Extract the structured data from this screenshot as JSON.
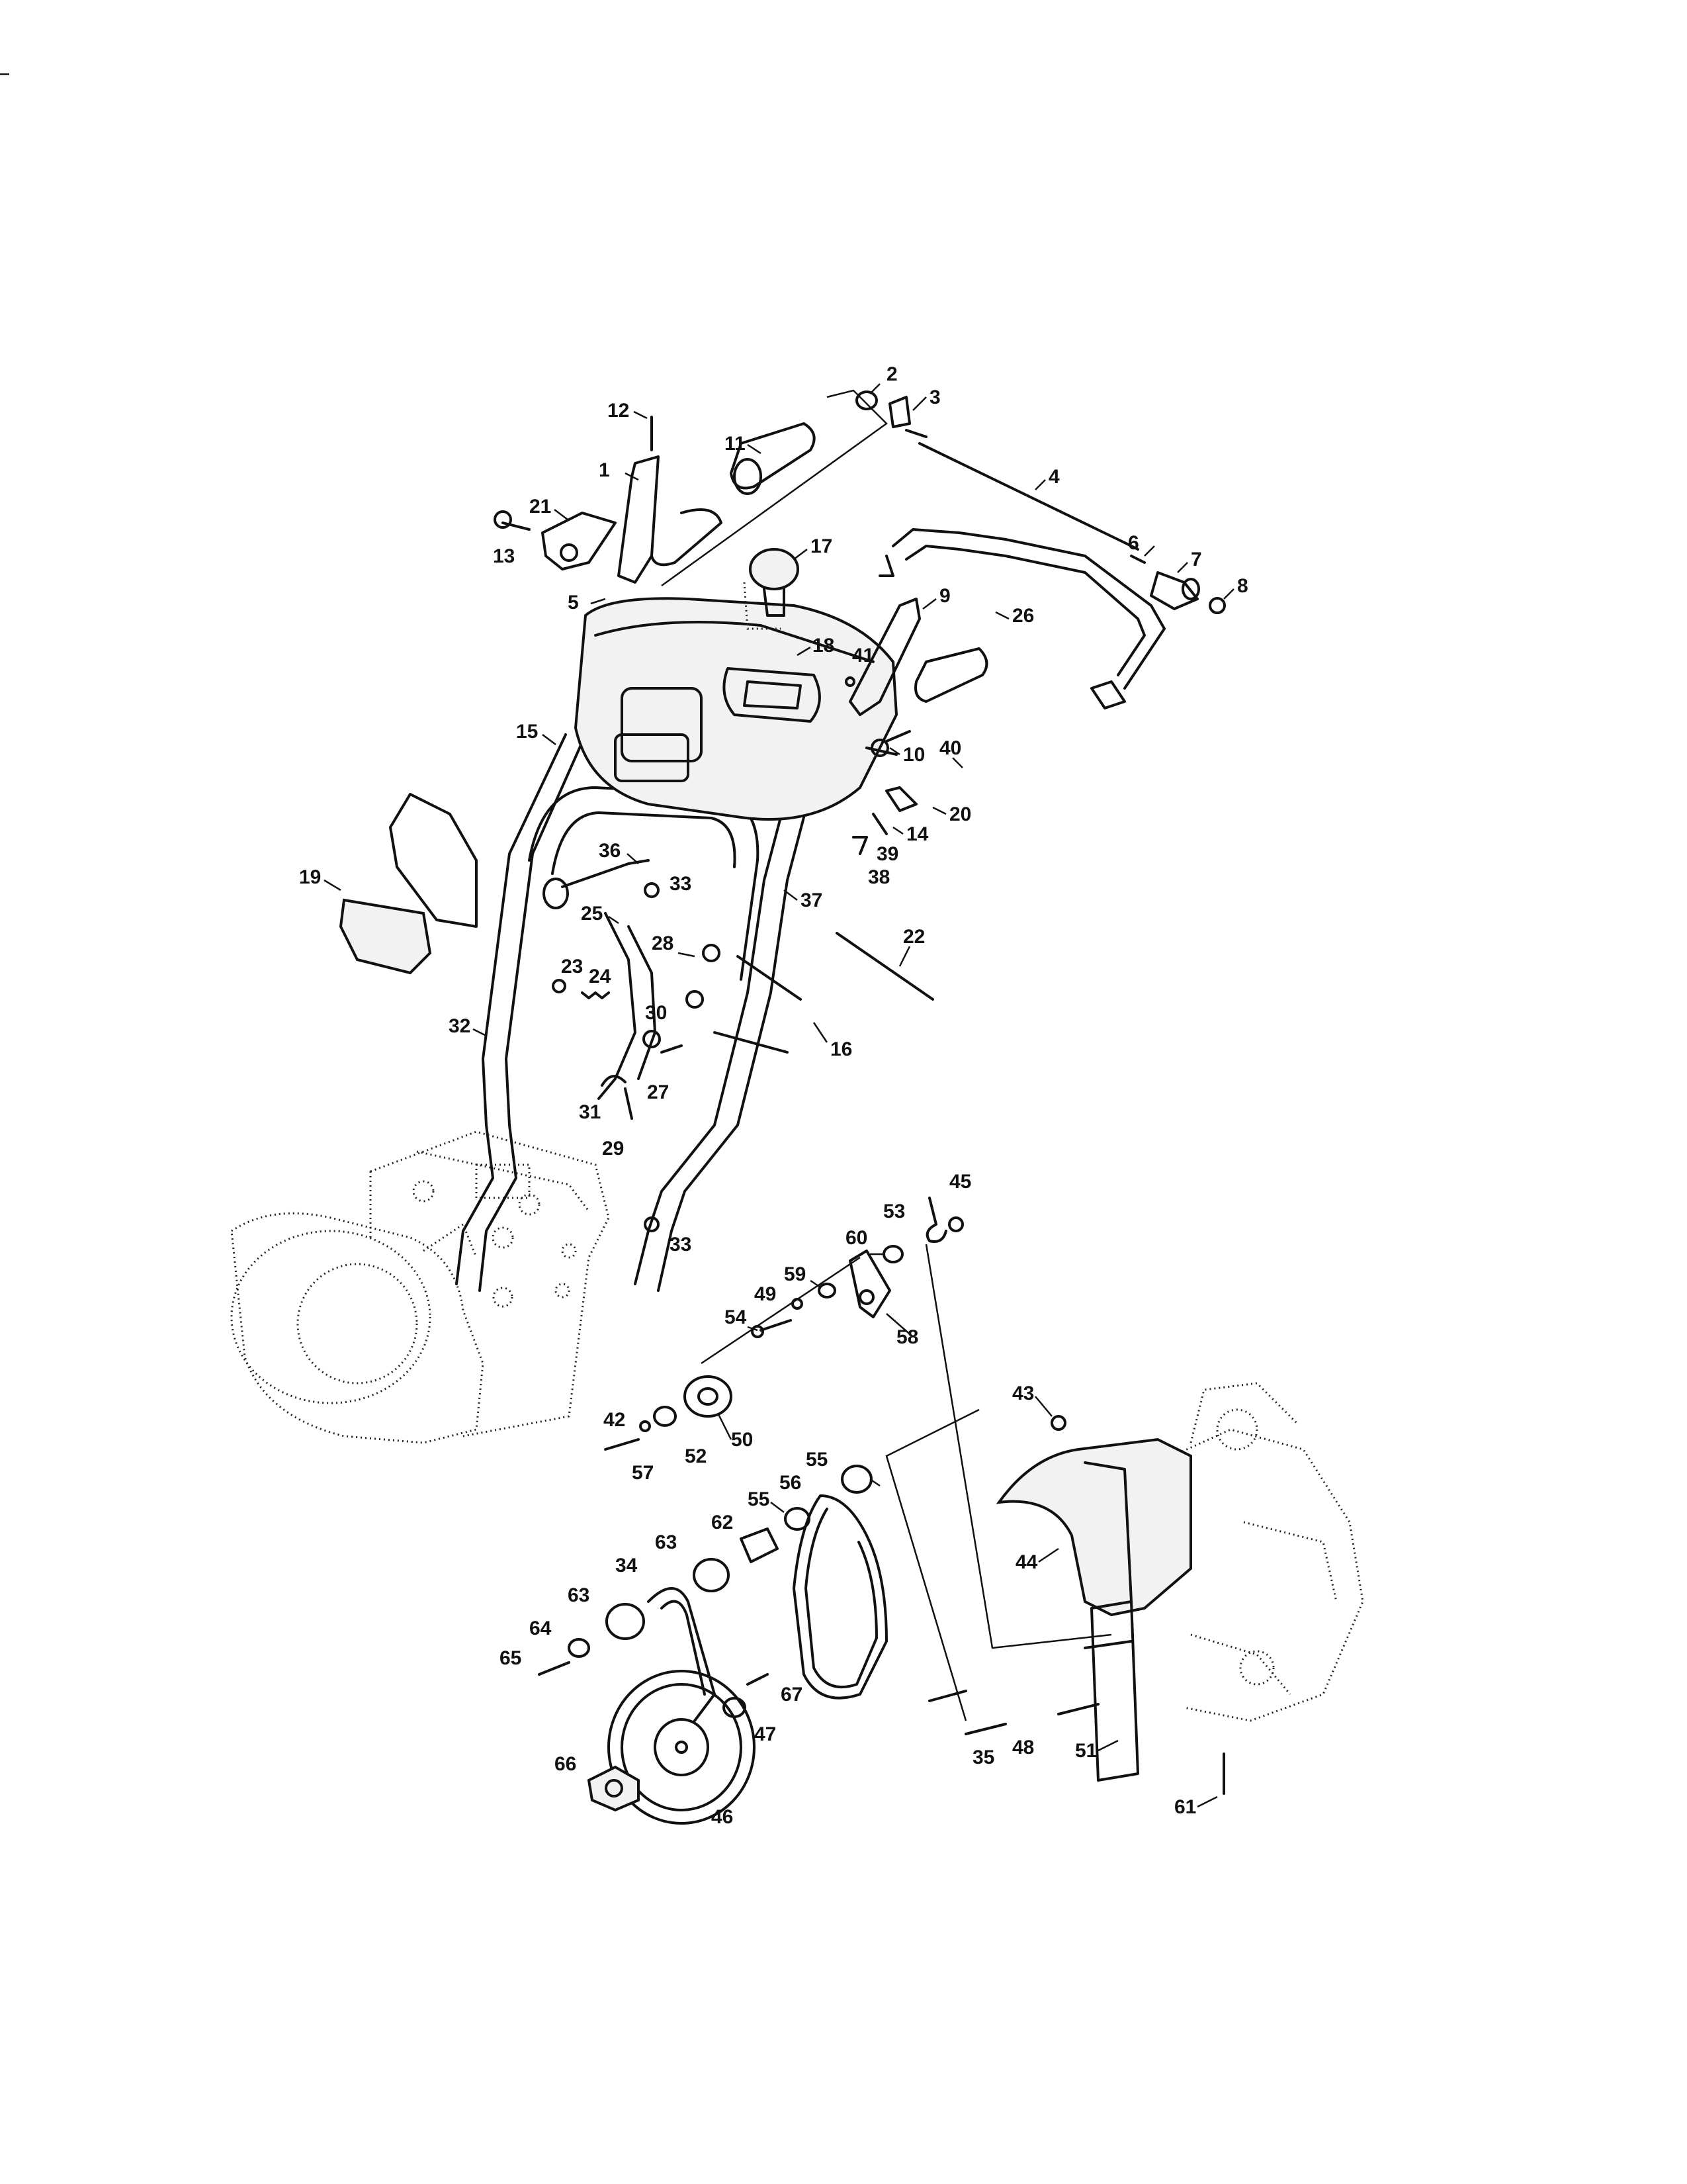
{
  "callouts": [
    "1",
    "2",
    "3",
    "4",
    "5",
    "6",
    "7",
    "8",
    "9",
    "10",
    "11",
    "12",
    "13",
    "14",
    "15",
    "16",
    "17",
    "18",
    "19",
    "20",
    "21",
    "22",
    "23",
    "24",
    "25",
    "26",
    "27",
    "28",
    "29",
    "30",
    "31",
    "32",
    "33",
    "34",
    "35",
    "36",
    "37",
    "38",
    "39",
    "40",
    "41",
    "42",
    "43",
    "44",
    "45",
    "46",
    "47",
    "48",
    "49",
    "50",
    "51",
    "52",
    "53",
    "54",
    "55",
    "56",
    "57",
    "58",
    "59",
    "60",
    "61",
    "62",
    "63",
    "64",
    "65",
    "66",
    "67"
  ],
  "colors": {
    "ink": "#111111",
    "background": "#ffffff"
  }
}
